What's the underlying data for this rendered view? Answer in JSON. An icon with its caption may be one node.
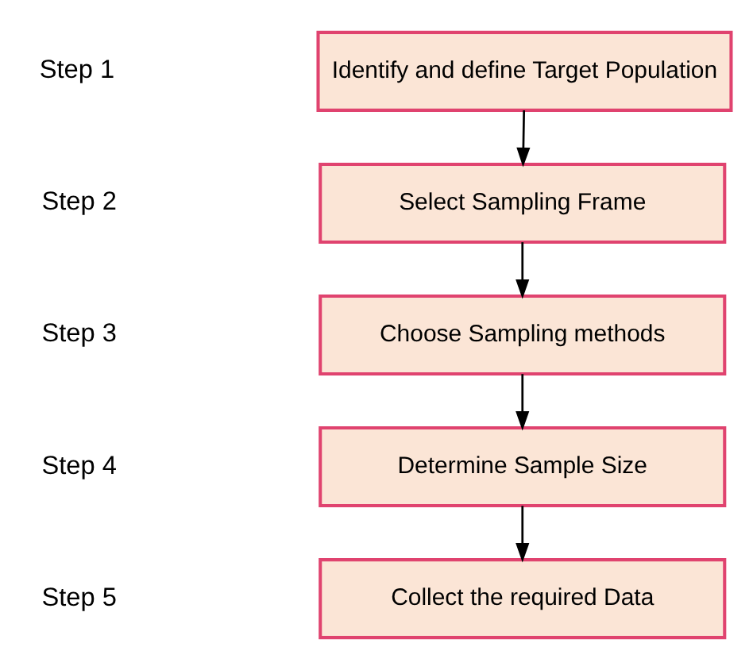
{
  "diagram": {
    "nodes": [
      {
        "text": [
          "Identify and define Target Population"
        ]
      },
      {
        "text": [
          "Select Sampling Frame"
        ]
      },
      {
        "text": [
          "Choose Sampling methods"
        ]
      },
      {
        "text": [
          "Determine Sample Size"
        ]
      },
      {
        "text": [
          "Collect the required Data"
        ]
      }
    ],
    "edges": [
      {
        "from": 0,
        "to": 1,
        "arrow": "to"
      },
      {
        "from": 1,
        "to": 2,
        "arrow": "to"
      },
      {
        "from": 2,
        "to": 3,
        "arrow": "to"
      },
      {
        "from": 3,
        "to": 4,
        "arrow": "to"
      }
    ],
    "labels": [
      "Step 1",
      "Step 2",
      "Step 3",
      "Step 4",
      "Step 5"
    ]
  }
}
